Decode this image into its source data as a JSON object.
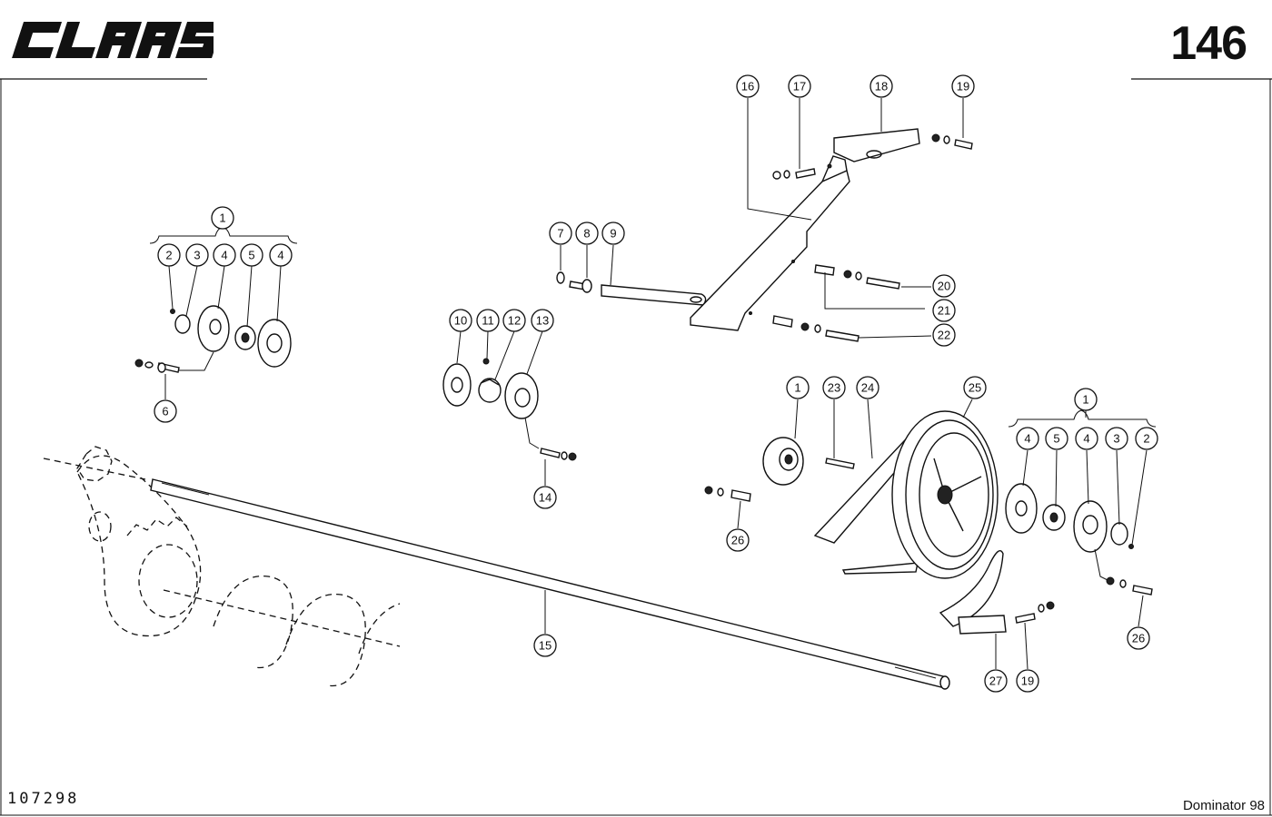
{
  "header": {
    "brand": "CLAAS",
    "page_number": "146"
  },
  "footer": {
    "drawing_number": "107298",
    "model": "Dominator 98"
  },
  "callouts": [
    {
      "id": "c-1a",
      "label": "1"
    },
    {
      "id": "c-2a",
      "label": "2"
    },
    {
      "id": "c-3a",
      "label": "3"
    },
    {
      "id": "c-4a",
      "label": "4"
    },
    {
      "id": "c-5a",
      "label": "5"
    },
    {
      "id": "c-4b",
      "label": "4"
    },
    {
      "id": "c-6",
      "label": "6"
    },
    {
      "id": "c-7",
      "label": "7"
    },
    {
      "id": "c-8",
      "label": "8"
    },
    {
      "id": "c-9",
      "label": "9"
    },
    {
      "id": "c-10",
      "label": "10"
    },
    {
      "id": "c-11",
      "label": "11"
    },
    {
      "id": "c-12",
      "label": "12"
    },
    {
      "id": "c-13",
      "label": "13"
    },
    {
      "id": "c-14",
      "label": "14"
    },
    {
      "id": "c-15",
      "label": "15"
    },
    {
      "id": "c-16",
      "label": "16"
    },
    {
      "id": "c-17",
      "label": "17"
    },
    {
      "id": "c-18",
      "label": "18"
    },
    {
      "id": "c-19a",
      "label": "19"
    },
    {
      "id": "c-20",
      "label": "20"
    },
    {
      "id": "c-21",
      "label": "21"
    },
    {
      "id": "c-22",
      "label": "22"
    },
    {
      "id": "c-1b",
      "label": "1"
    },
    {
      "id": "c-23",
      "label": "23"
    },
    {
      "id": "c-24",
      "label": "24"
    },
    {
      "id": "c-25",
      "label": "25"
    },
    {
      "id": "c-1c",
      "label": "1"
    },
    {
      "id": "c-4c",
      "label": "4"
    },
    {
      "id": "c-5b",
      "label": "5"
    },
    {
      "id": "c-4d",
      "label": "4"
    },
    {
      "id": "c-3b",
      "label": "3"
    },
    {
      "id": "c-2b",
      "label": "2"
    },
    {
      "id": "c-26a",
      "label": "26"
    },
    {
      "id": "c-26b",
      "label": "26"
    },
    {
      "id": "c-27",
      "label": "27"
    },
    {
      "id": "c-19b",
      "label": "19"
    }
  ]
}
